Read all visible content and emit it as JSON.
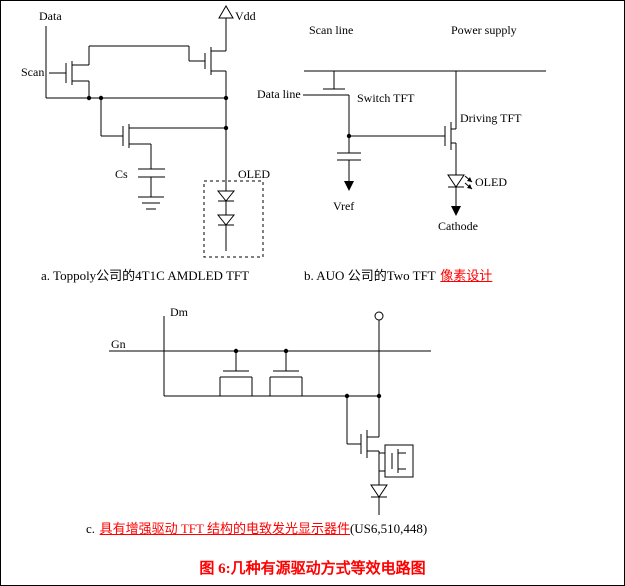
{
  "figure": {
    "caption": "图 6:几种有源驱动方式等效电路图"
  },
  "circuit_a": {
    "caption": "a. Toppoly公司的4T1C AMDLED TFT",
    "labels": {
      "data": "Data",
      "scan": "Scan",
      "vdd": "Vdd",
      "cs": "Cs",
      "oled": "OLED"
    }
  },
  "circuit_b": {
    "caption_prefix": "b. AUO 公司的Two TFT",
    "caption_link": "像素设计",
    "labels": {
      "scan_line": "Scan line",
      "power_supply": "Power supply",
      "data_line": "Data line",
      "switch_tft": "Switch TFT",
      "driving_tft": "Driving TFT",
      "oled": "OLED",
      "vref": "Vref",
      "cathode": "Cathode"
    }
  },
  "circuit_c": {
    "caption_prefix": "c.",
    "caption_link": "具有增强驱动 TFT 结构的电致发光显示器件",
    "caption_suffix": "(US6,510,448)",
    "labels": {
      "dm": "Dm",
      "gn": "Gn"
    }
  },
  "colors": {
    "wire": "#000000",
    "link_red": "#FF0000",
    "caption_red": "#FF0000"
  }
}
